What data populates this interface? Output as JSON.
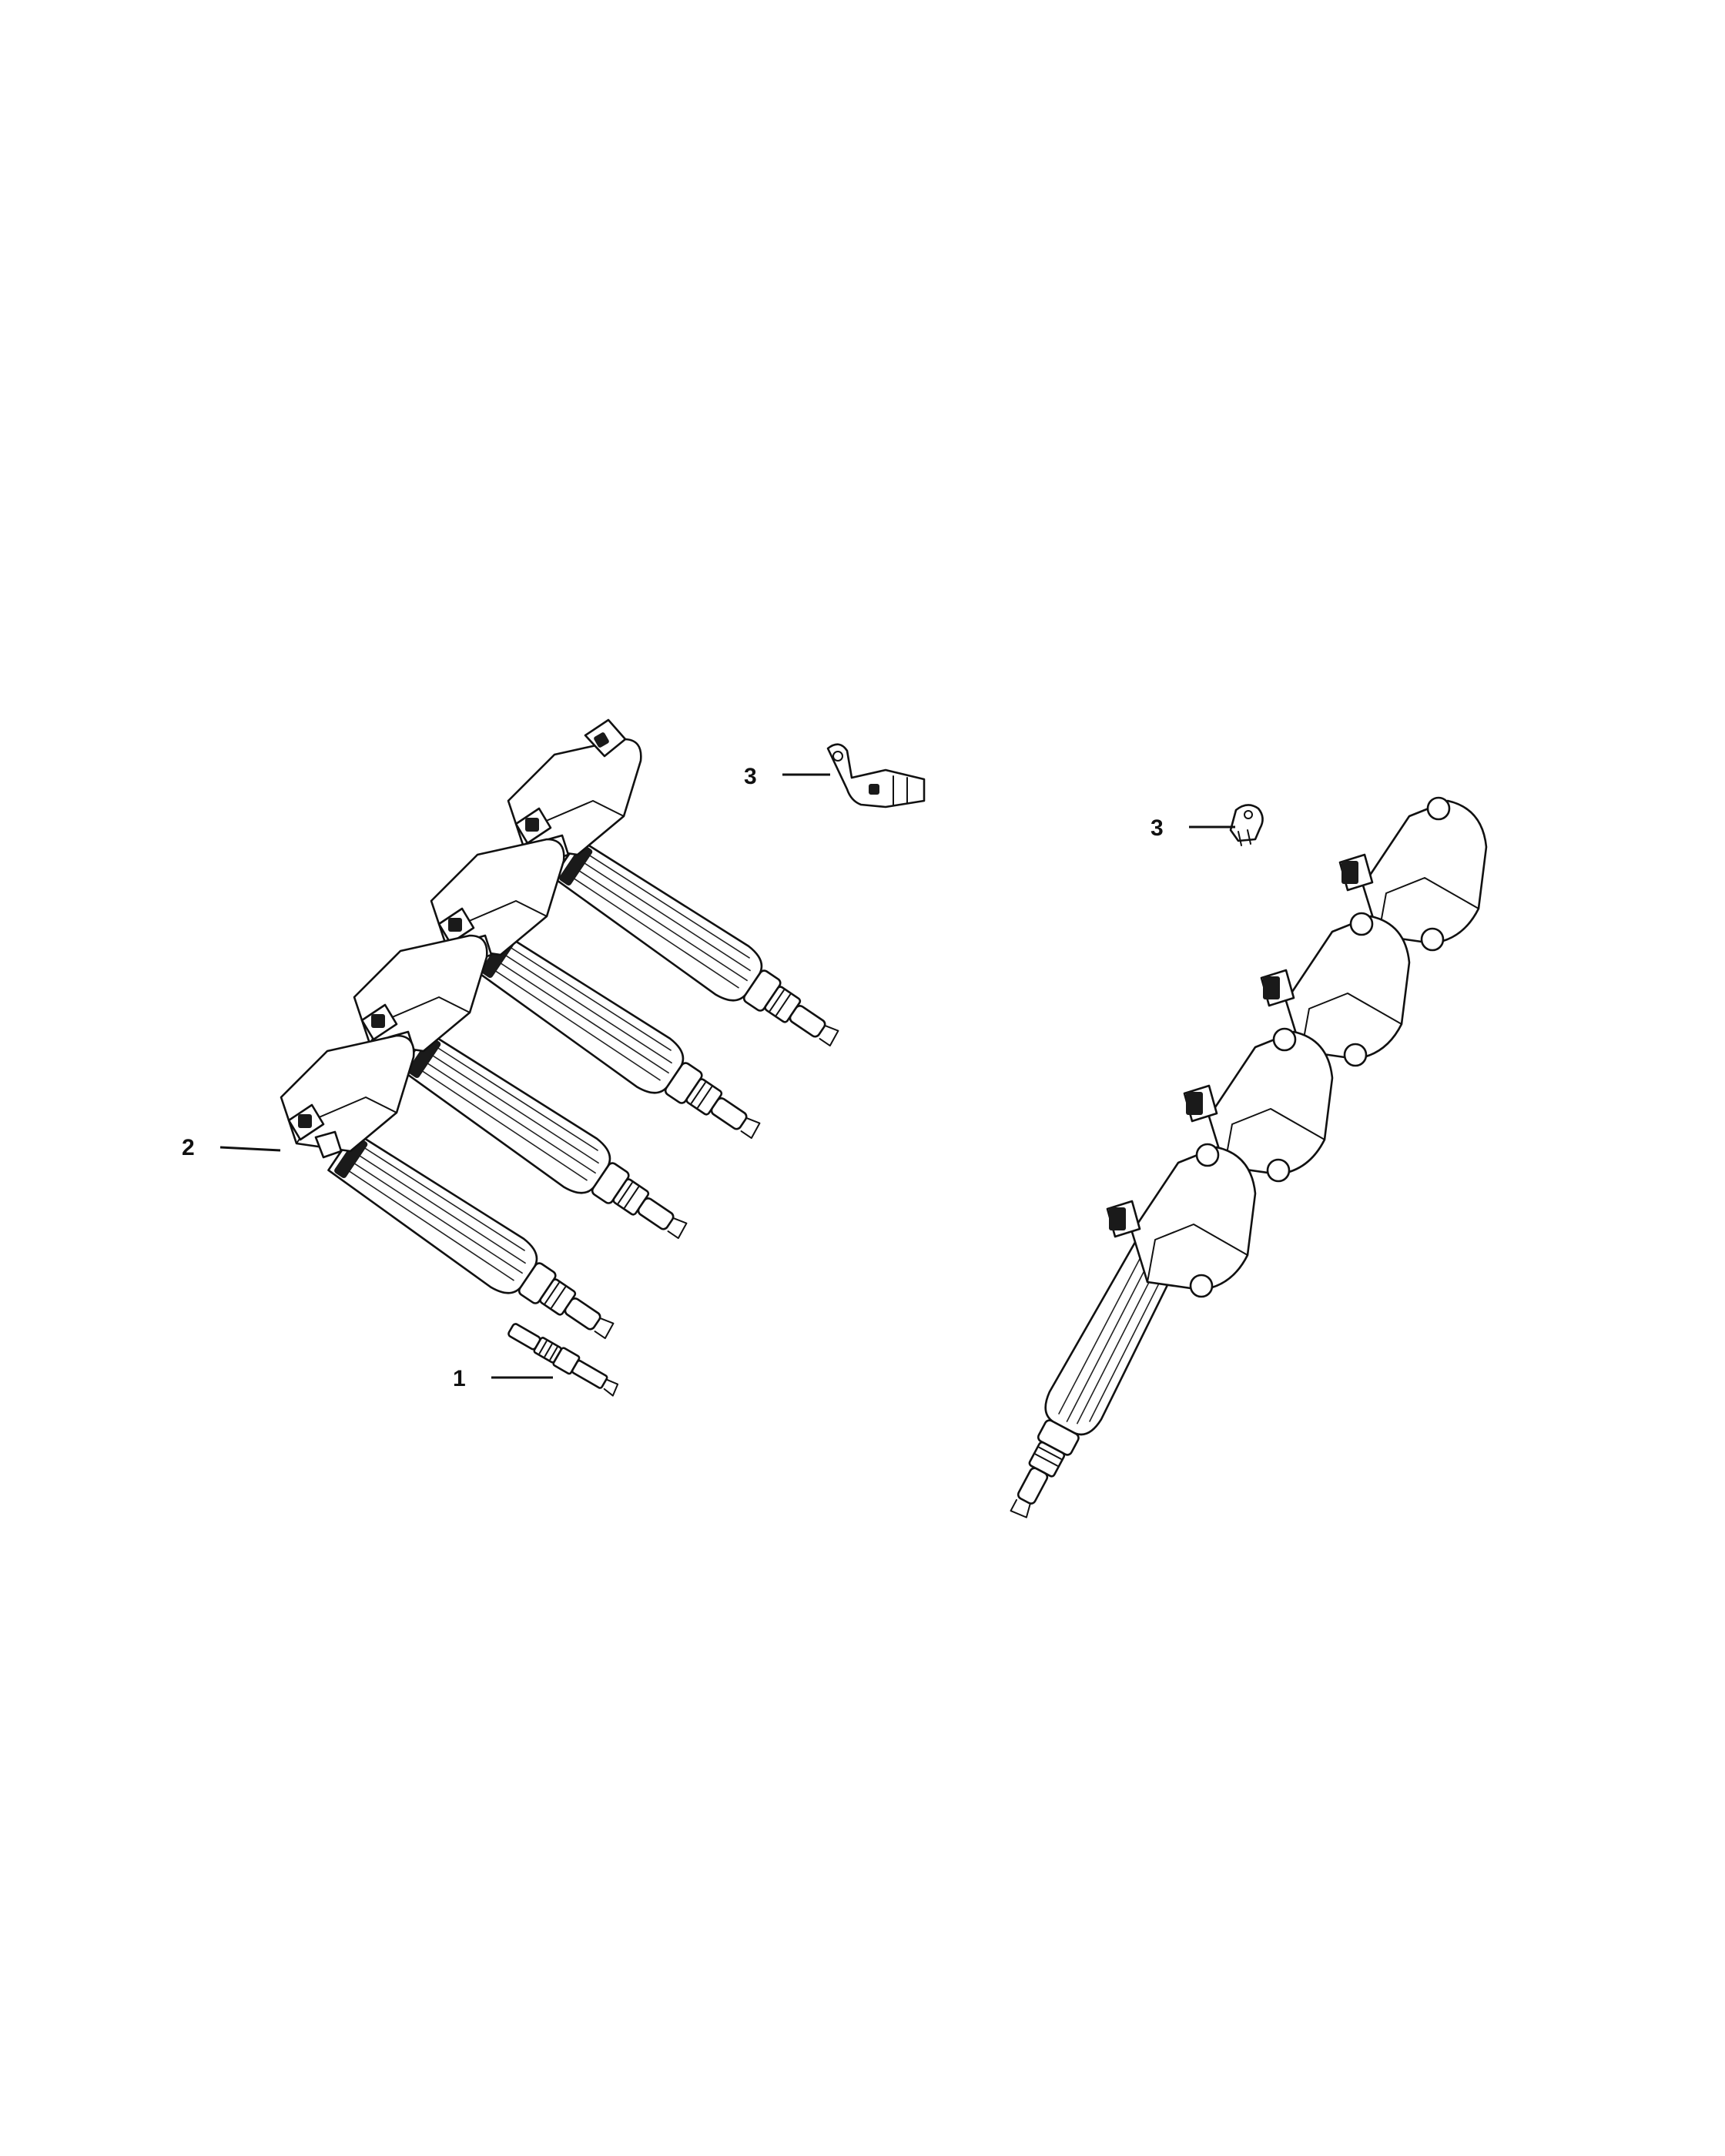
{
  "diagram": {
    "callouts": [
      {
        "id": "c1",
        "label": "1",
        "part": "spark-plug"
      },
      {
        "id": "c2",
        "label": "2",
        "part": "ignition-coil-assembly"
      },
      {
        "id": "c3a",
        "label": "3",
        "part": "connector-bracket"
      },
      {
        "id": "c3b",
        "label": "3",
        "part": "connector-bracket"
      }
    ]
  }
}
